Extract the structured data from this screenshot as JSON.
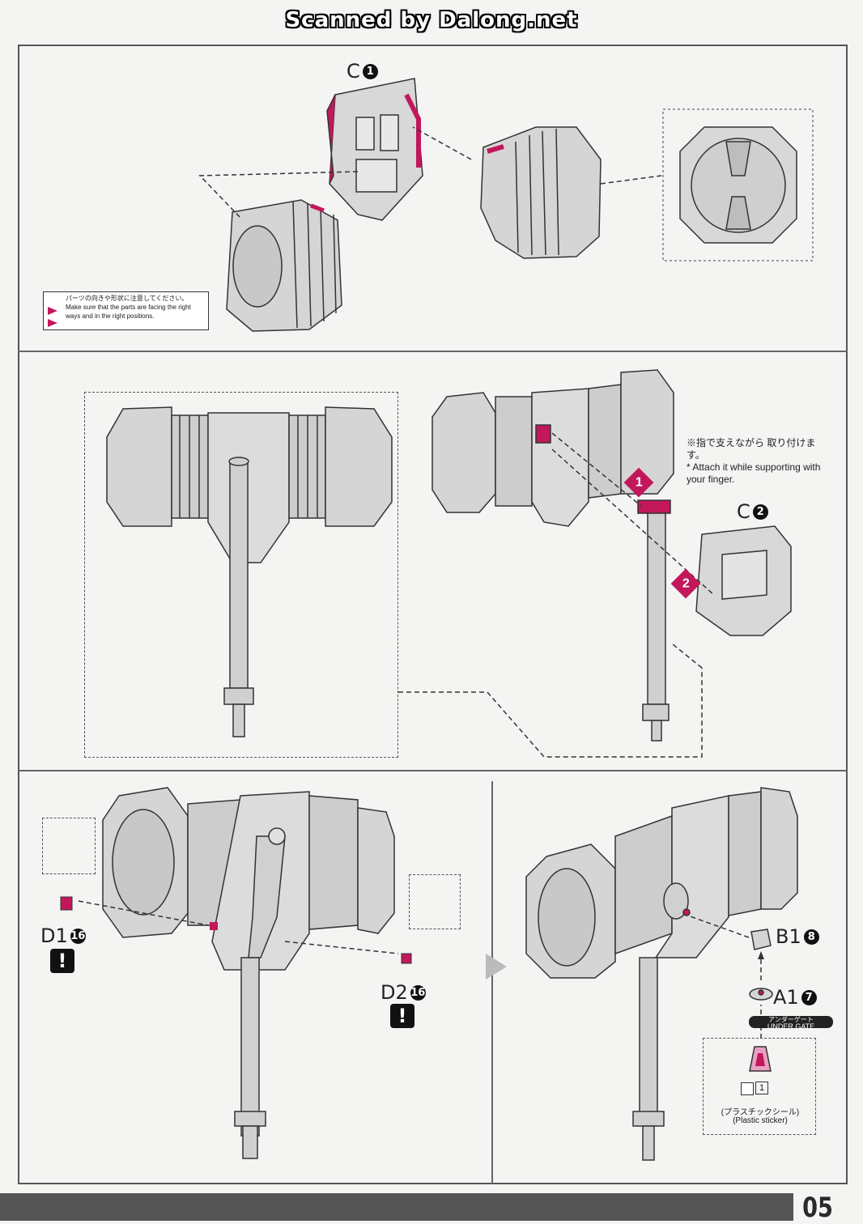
{
  "watermark": "Scanned by Dalong.net",
  "page_number": "05",
  "notice": {
    "jp": "パーツの向きや形状に注意してください。",
    "en": "Make sure that the parts are facing the right ways and in the right positions."
  },
  "step1": {
    "part_label": "C",
    "part_number": "1"
  },
  "step2": {
    "part_label": "C",
    "part_number": "2",
    "order_1": "1",
    "order_2": "2",
    "note_jp": "※指で支えながら 取り付けます。",
    "note_en": "* Attach it while supporting with your finger."
  },
  "step3": {
    "d1_label": "D1",
    "d1_number": "16",
    "d2_label": "D2",
    "d2_number": "16",
    "caution": "!"
  },
  "step4": {
    "b1_label": "B1",
    "b1_number": "8",
    "a1_label": "A1",
    "a1_number": "7",
    "under_gate_jp": "アンダーゲート",
    "under_gate_en": "UNDER GATE",
    "sticker_number": "1",
    "sticker_jp": "(プラスチックシール)",
    "sticker_en": "(Plastic sticker)"
  },
  "colors": {
    "accent": "#c2185b",
    "line": "#333333",
    "part_fill": "#d8d8d8"
  }
}
